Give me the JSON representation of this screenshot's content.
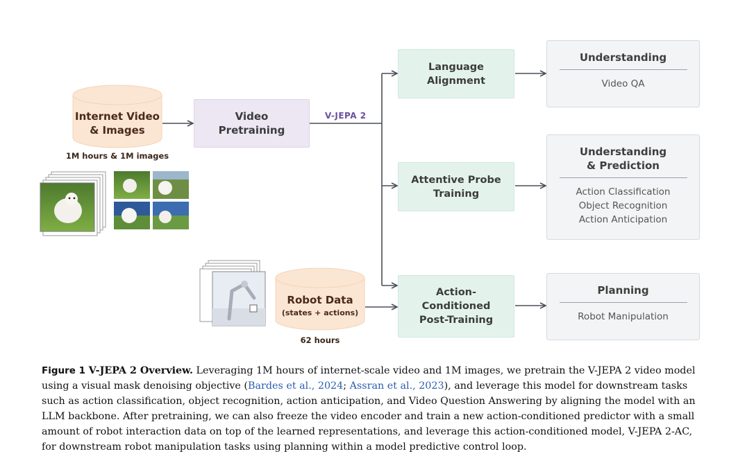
{
  "figure": {
    "source": {
      "label_line1": "Internet Video",
      "label_line2": "& Images",
      "subtitle": "1M hours & 1M images"
    },
    "pretraining": {
      "label_line1": "Video",
      "label_line2": "Pretraining"
    },
    "model_label": "V-JEPA 2",
    "language_alignment": {
      "label_line1": "Language",
      "label_line2": "Alignment"
    },
    "attentive_probe": {
      "label_line1": "Attentive Probe",
      "label_line2": "Training"
    },
    "action_conditioned": {
      "label_line1": "Action-",
      "label_line2": "Conditioned",
      "label_line3": "Post-Training"
    },
    "robot_data": {
      "label": "Robot Data",
      "detail": "(states + actions)",
      "subtitle": "62 hours"
    },
    "outputs": [
      {
        "heading_line1": "Understanding",
        "heading_line2": "",
        "items": [
          "Video QA"
        ]
      },
      {
        "heading_line1": "Understanding",
        "heading_line2": "& Prediction",
        "items": [
          "Action Classification",
          "Object Recognition",
          "Action Anticipation"
        ]
      },
      {
        "heading_line1": "Planning",
        "heading_line2": "",
        "items": [
          "Robot Manipulation"
        ]
      }
    ],
    "colors": {
      "cylinder": "#fbe6d3",
      "pretraining_box": "#ece7f3",
      "task_box": "#e3f3ec",
      "output_box": "#f3f4f6",
      "arrow": "#4a4f57",
      "model_label": "#6b4fa0",
      "citation": "#2a5db0"
    }
  },
  "caption": {
    "label": "Figure 1",
    "title": "V-JEPA 2 Overview.",
    "part1": " Leveraging 1M hours of internet-scale video and 1M images, we pretrain the V-JEPA 2 video model using a visual mask denoising objective (",
    "cite1": "Bardes et al., 2024",
    "sep": "; ",
    "cite2": "Assran et al., 2023",
    "part2": "), and leverage this model for downstream tasks such as action classification, object recognition, action anticipation, and Video Question Answering by aligning the model with an LLM backbone. After pretraining, we can also freeze the video encoder and train a new action-conditioned predictor with a small amount of robot interaction data on top of the learned representations, and leverage this action-conditioned model, V-JEPA 2-AC, for downstream robot manipulation tasks using planning within a model predictive control loop."
  }
}
